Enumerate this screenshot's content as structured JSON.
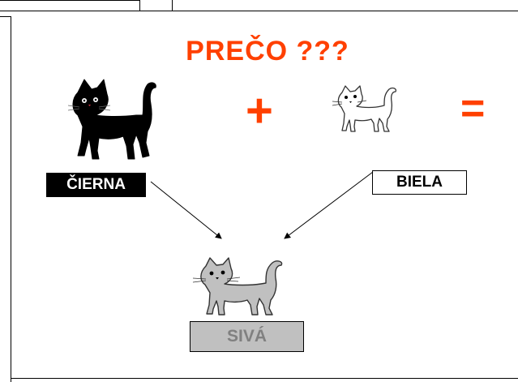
{
  "title": "PREČO ???",
  "operators": {
    "plus": "+",
    "equals": "="
  },
  "labels": {
    "black": "ČIERNA",
    "white": "BIELA",
    "gray": "SIVÁ"
  },
  "colors": {
    "accent": "#ff4000",
    "black_cat": "#000000",
    "white_cat": "#ffffff",
    "gray_cat": "#c0c0c0",
    "gray_label_bg": "#c0c0c0",
    "gray_label_text": "#808080",
    "black_label_bg": "#000000",
    "black_label_text": "#ffffff"
  },
  "icons": {
    "black_cat": "cat-icon",
    "white_cat": "cat-icon",
    "gray_cat": "cat-icon",
    "arrows": "arrow-icon"
  }
}
